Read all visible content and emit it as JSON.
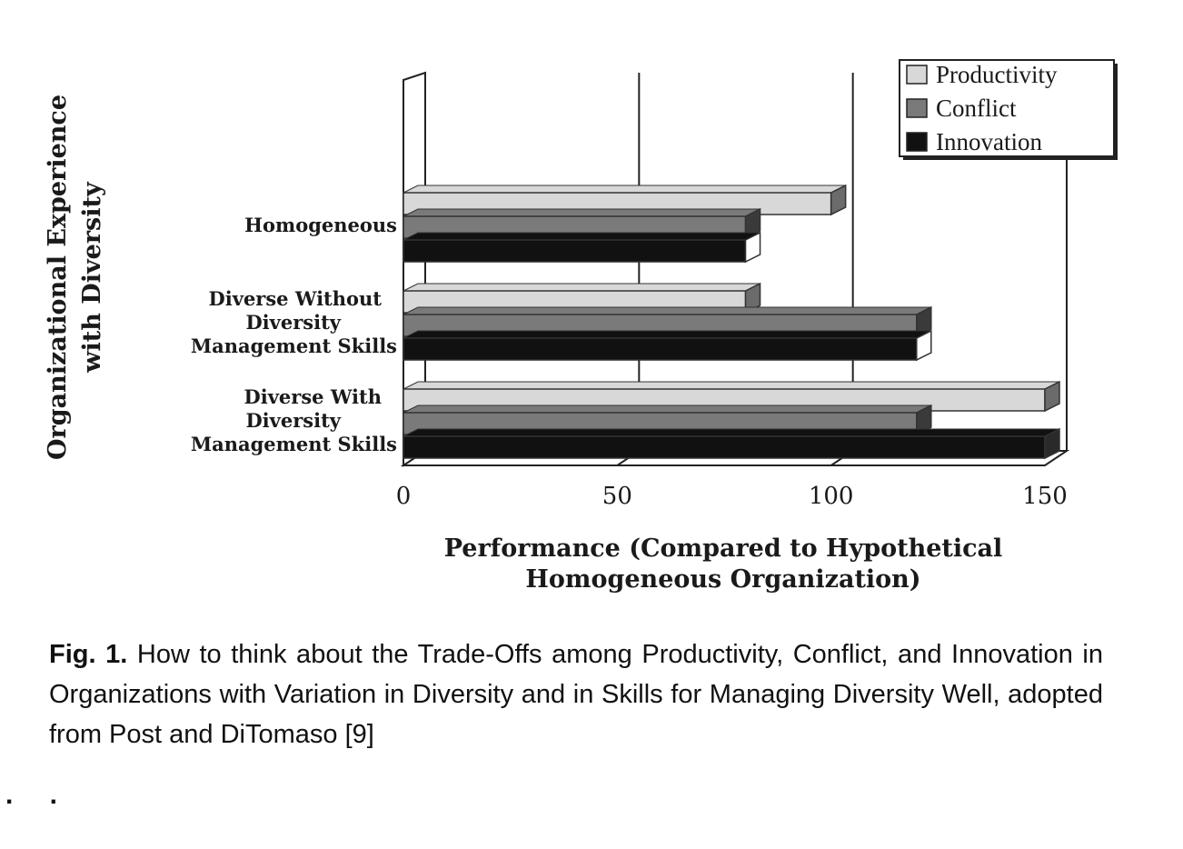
{
  "chart_data": {
    "type": "bar",
    "orientation": "horizontal",
    "categories": [
      [
        "Homogeneous"
      ],
      [
        "Diverse Without",
        "Diversity",
        "Management Skills"
      ],
      [
        "Diverse With",
        "Diversity",
        "Management Skills"
      ]
    ],
    "series": [
      {
        "name": "Productivity",
        "values": [
          100,
          80,
          150
        ],
        "color": "#d8d8d8"
      },
      {
        "name": "Conflict",
        "values": [
          80,
          120,
          120
        ],
        "color": "#7a7a7a"
      },
      {
        "name": "Innovation",
        "values": [
          80,
          120,
          150
        ],
        "color": "#111111"
      }
    ],
    "xlabel": [
      "Performance (Compared to Hypothetical",
      "Homogeneous Organization)"
    ],
    "ylabel": [
      "Organizational Experience",
      "with Diversity"
    ],
    "xlim": [
      0,
      150
    ],
    "xticks": [
      "0",
      "50",
      "100",
      "150"
    ],
    "grid": true,
    "legend_position": "top-right"
  },
  "caption": {
    "label": "Fig. 1.",
    "text": " How to think about the Trade-Offs among Productivity, Conflict, and Innovation in Organizations with Variation in Diversity and in Skills for Managing Diversity Well, adopted from Post and DiTomaso [9]"
  },
  "footer_marks": ". ."
}
